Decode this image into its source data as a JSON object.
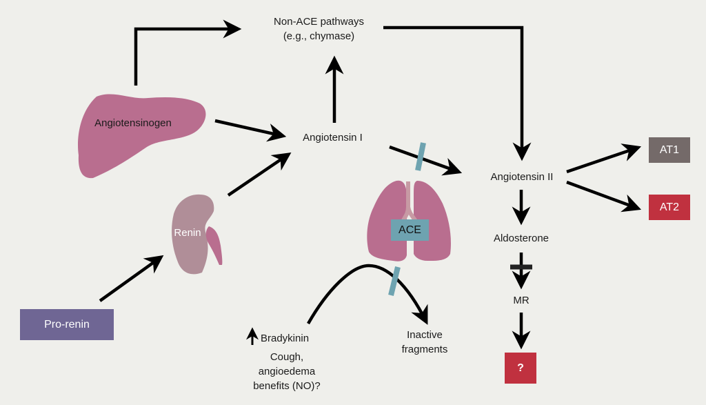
{
  "colors": {
    "background": "#efefeb",
    "organ_pink": "#b96e8f",
    "kidney": "#b08e98",
    "ace_block": "#6ea3b0",
    "pro_renin": "#6f6694",
    "at1": "#746a69",
    "at2": "#c0313f",
    "question": "#c0313f"
  },
  "nodes": {
    "non_ace": [
      "Non-ACE pathways",
      "(e.g., chymase)"
    ],
    "angiotensinogen": "Angiotensinogen",
    "angiotensin_i": "Angiotensin I",
    "renin": "Renin",
    "pro_renin": "Pro-renin",
    "ace": "ACE",
    "angiotensin_ii": "Angiotensin II",
    "at1": "AT1",
    "at2": "AT2",
    "aldosterone": "Aldosterone",
    "mr": "MR",
    "question": "?",
    "bradykinin": "Bradykinin",
    "bradykinin_effects": [
      "Cough,",
      "angioedema",
      "benefits (NO)?"
    ],
    "inactive": [
      "Inactive",
      "fragments"
    ]
  },
  "icons": {
    "up_arrow": "increase-arrow-icon"
  }
}
